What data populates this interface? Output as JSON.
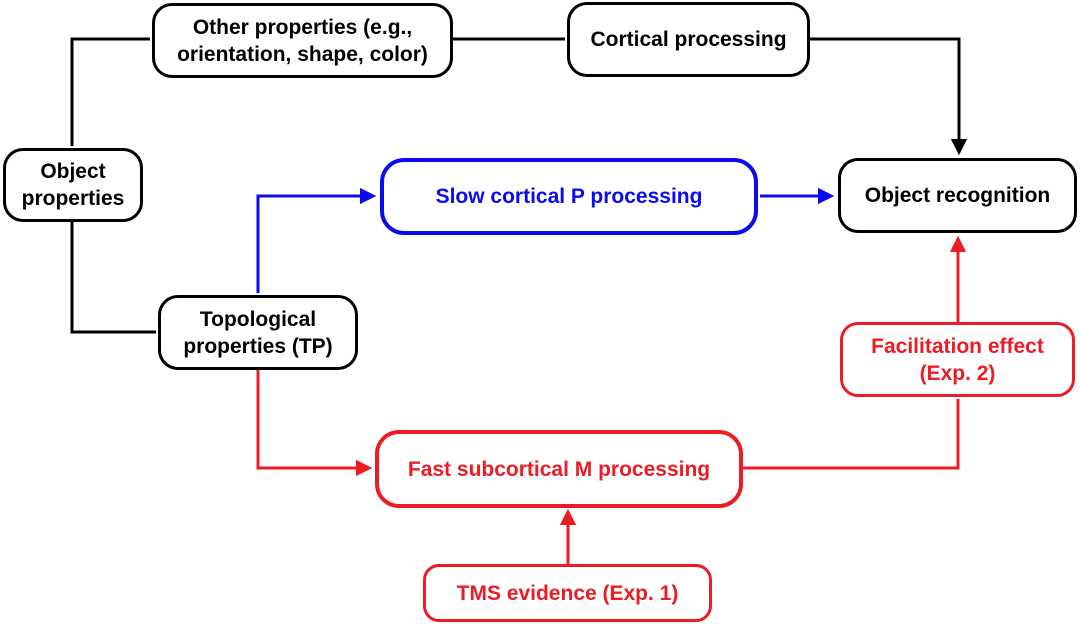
{
  "diagram": {
    "colors": {
      "black": "#000000",
      "blue": "#0b0bef",
      "red": "#ed1c24",
      "background": "#ffffff"
    },
    "nodes": {
      "object_properties": {
        "label": "Object\nproperties",
        "color": "black"
      },
      "other_properties": {
        "label": "Other properties (e.g.,\norientation, shape, color)",
        "color": "black"
      },
      "cortical_processing": {
        "label": "Cortical processing",
        "color": "black"
      },
      "slow_cortical_p": {
        "label": "Slow cortical P processing",
        "color": "blue"
      },
      "object_recognition": {
        "label": "Object recognition",
        "color": "black"
      },
      "topological_properties": {
        "label": "Topological\nproperties (TP)",
        "color": "black"
      },
      "facilitation_effect": {
        "label": "Facilitation effect\n(Exp. 2)",
        "color": "red"
      },
      "fast_subcortical_m": {
        "label": "Fast subcortical M processing",
        "color": "red"
      },
      "tms_evidence": {
        "label": "TMS evidence (Exp. 1)",
        "color": "red"
      }
    },
    "edges": [
      {
        "from": "object_properties",
        "to": "other_properties",
        "color": "black",
        "arrow": false
      },
      {
        "from": "other_properties",
        "to": "cortical_processing",
        "color": "black",
        "arrow": false
      },
      {
        "from": "cortical_processing",
        "to": "object_recognition",
        "color": "black",
        "arrow": true
      },
      {
        "from": "object_properties",
        "to": "topological_properties",
        "color": "black",
        "arrow": false
      },
      {
        "from": "topological_properties",
        "to": "slow_cortical_p",
        "color": "blue",
        "arrow": true
      },
      {
        "from": "slow_cortical_p",
        "to": "object_recognition",
        "color": "blue",
        "arrow": true
      },
      {
        "from": "topological_properties",
        "to": "fast_subcortical_m",
        "color": "red",
        "arrow": true
      },
      {
        "from": "fast_subcortical_m",
        "to": "facilitation_effect",
        "color": "red",
        "arrow": false
      },
      {
        "from": "facilitation_effect",
        "to": "object_recognition",
        "color": "red",
        "arrow": true
      },
      {
        "from": "tms_evidence",
        "to": "fast_subcortical_m",
        "color": "red",
        "arrow": true
      }
    ]
  }
}
